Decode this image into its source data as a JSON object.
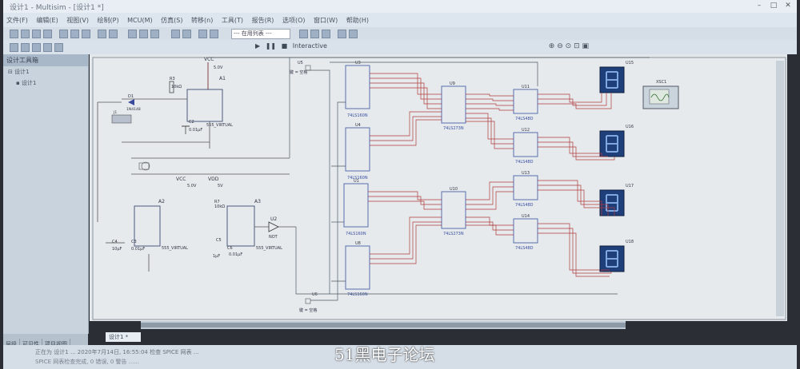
{
  "window": {
    "title": "设计1 - Multisim - [设计1 *]"
  },
  "menu": [
    "文件(F)",
    "编辑(E)",
    "视图(V)",
    "绘制(P)",
    "MCU(M)",
    "仿真(S)",
    "转移(n)",
    "工具(T)",
    "报告(R)",
    "选项(O)",
    "窗口(W)",
    "帮助(H)"
  ],
  "toolbar": {
    "combo_value": "--- 在用列表 ---",
    "run_mode": "Interactive"
  },
  "left_panel": {
    "header": "设计工具箱",
    "tree": [
      "设计1",
      "设计1"
    ]
  },
  "left_tabs": [
    "层级",
    "可见性",
    "项目视图"
  ],
  "doc_tab": "设计1 *",
  "status": {
    "line1": "正在为 设计1 ... 2020年7月14日, 16:55:04 检查 SPICE 网表 ...",
    "line2": "SPICE 网表检查完成, 0 错误, 0 警告 ......"
  },
  "watermark": "51黑电子论坛",
  "schematic": {
    "vcc_top": "VCC",
    "vcc_top_volt": "5.0V",
    "timer_a1": "A1",
    "timer_a1_label": "555_VIRTUAL",
    "timer_a2": "A2",
    "timer_a2_label": "555_VIRTUAL",
    "timer_a3": "A3",
    "timer_a3_label": "555_VIRTUAL",
    "r3": "R3",
    "r3_val": "10kΩ",
    "d1": "D1",
    "d1_part": "1N4148",
    "c2": "C2",
    "c2_val": "0.01µF",
    "jb": "J1",
    "mid_vcc": "VCC",
    "mid_vcc_volt": "5.0V",
    "vdd": "VDD",
    "vdd_volt": "5V",
    "r7": "R7",
    "r7_val": "10kΩ",
    "c5": "C5",
    "c5_val": "1µF",
    "c6": "C6",
    "c6_val": "0.01µF",
    "c4": "C4",
    "c4_val": "10µF",
    "c3": "C3",
    "c3_val": "0.01µF",
    "not_gate": "U2",
    "not_label": "NOT",
    "key_top": "键 = 空格",
    "key_bot": "键 = 空格",
    "u5": "U5",
    "u6": "U6",
    "counters": [
      "74LS160N",
      "74LS160N",
      "74LS160N",
      "74LS160N"
    ],
    "counter_ids": [
      "U3",
      "U4",
      "U1",
      "U8"
    ],
    "latches": [
      "74LS273N",
      "74LS273N"
    ],
    "latch_ids": [
      "U9",
      "U10"
    ],
    "decoders": [
      "74LS48D",
      "74LS48D",
      "74LS48D",
      "74LS48D"
    ],
    "decoder_ids": [
      "U11",
      "U12",
      "U13",
      "U14"
    ],
    "displays": [
      "U15",
      "U16",
      "U17",
      "U18"
    ],
    "scope": "XSC1"
  }
}
